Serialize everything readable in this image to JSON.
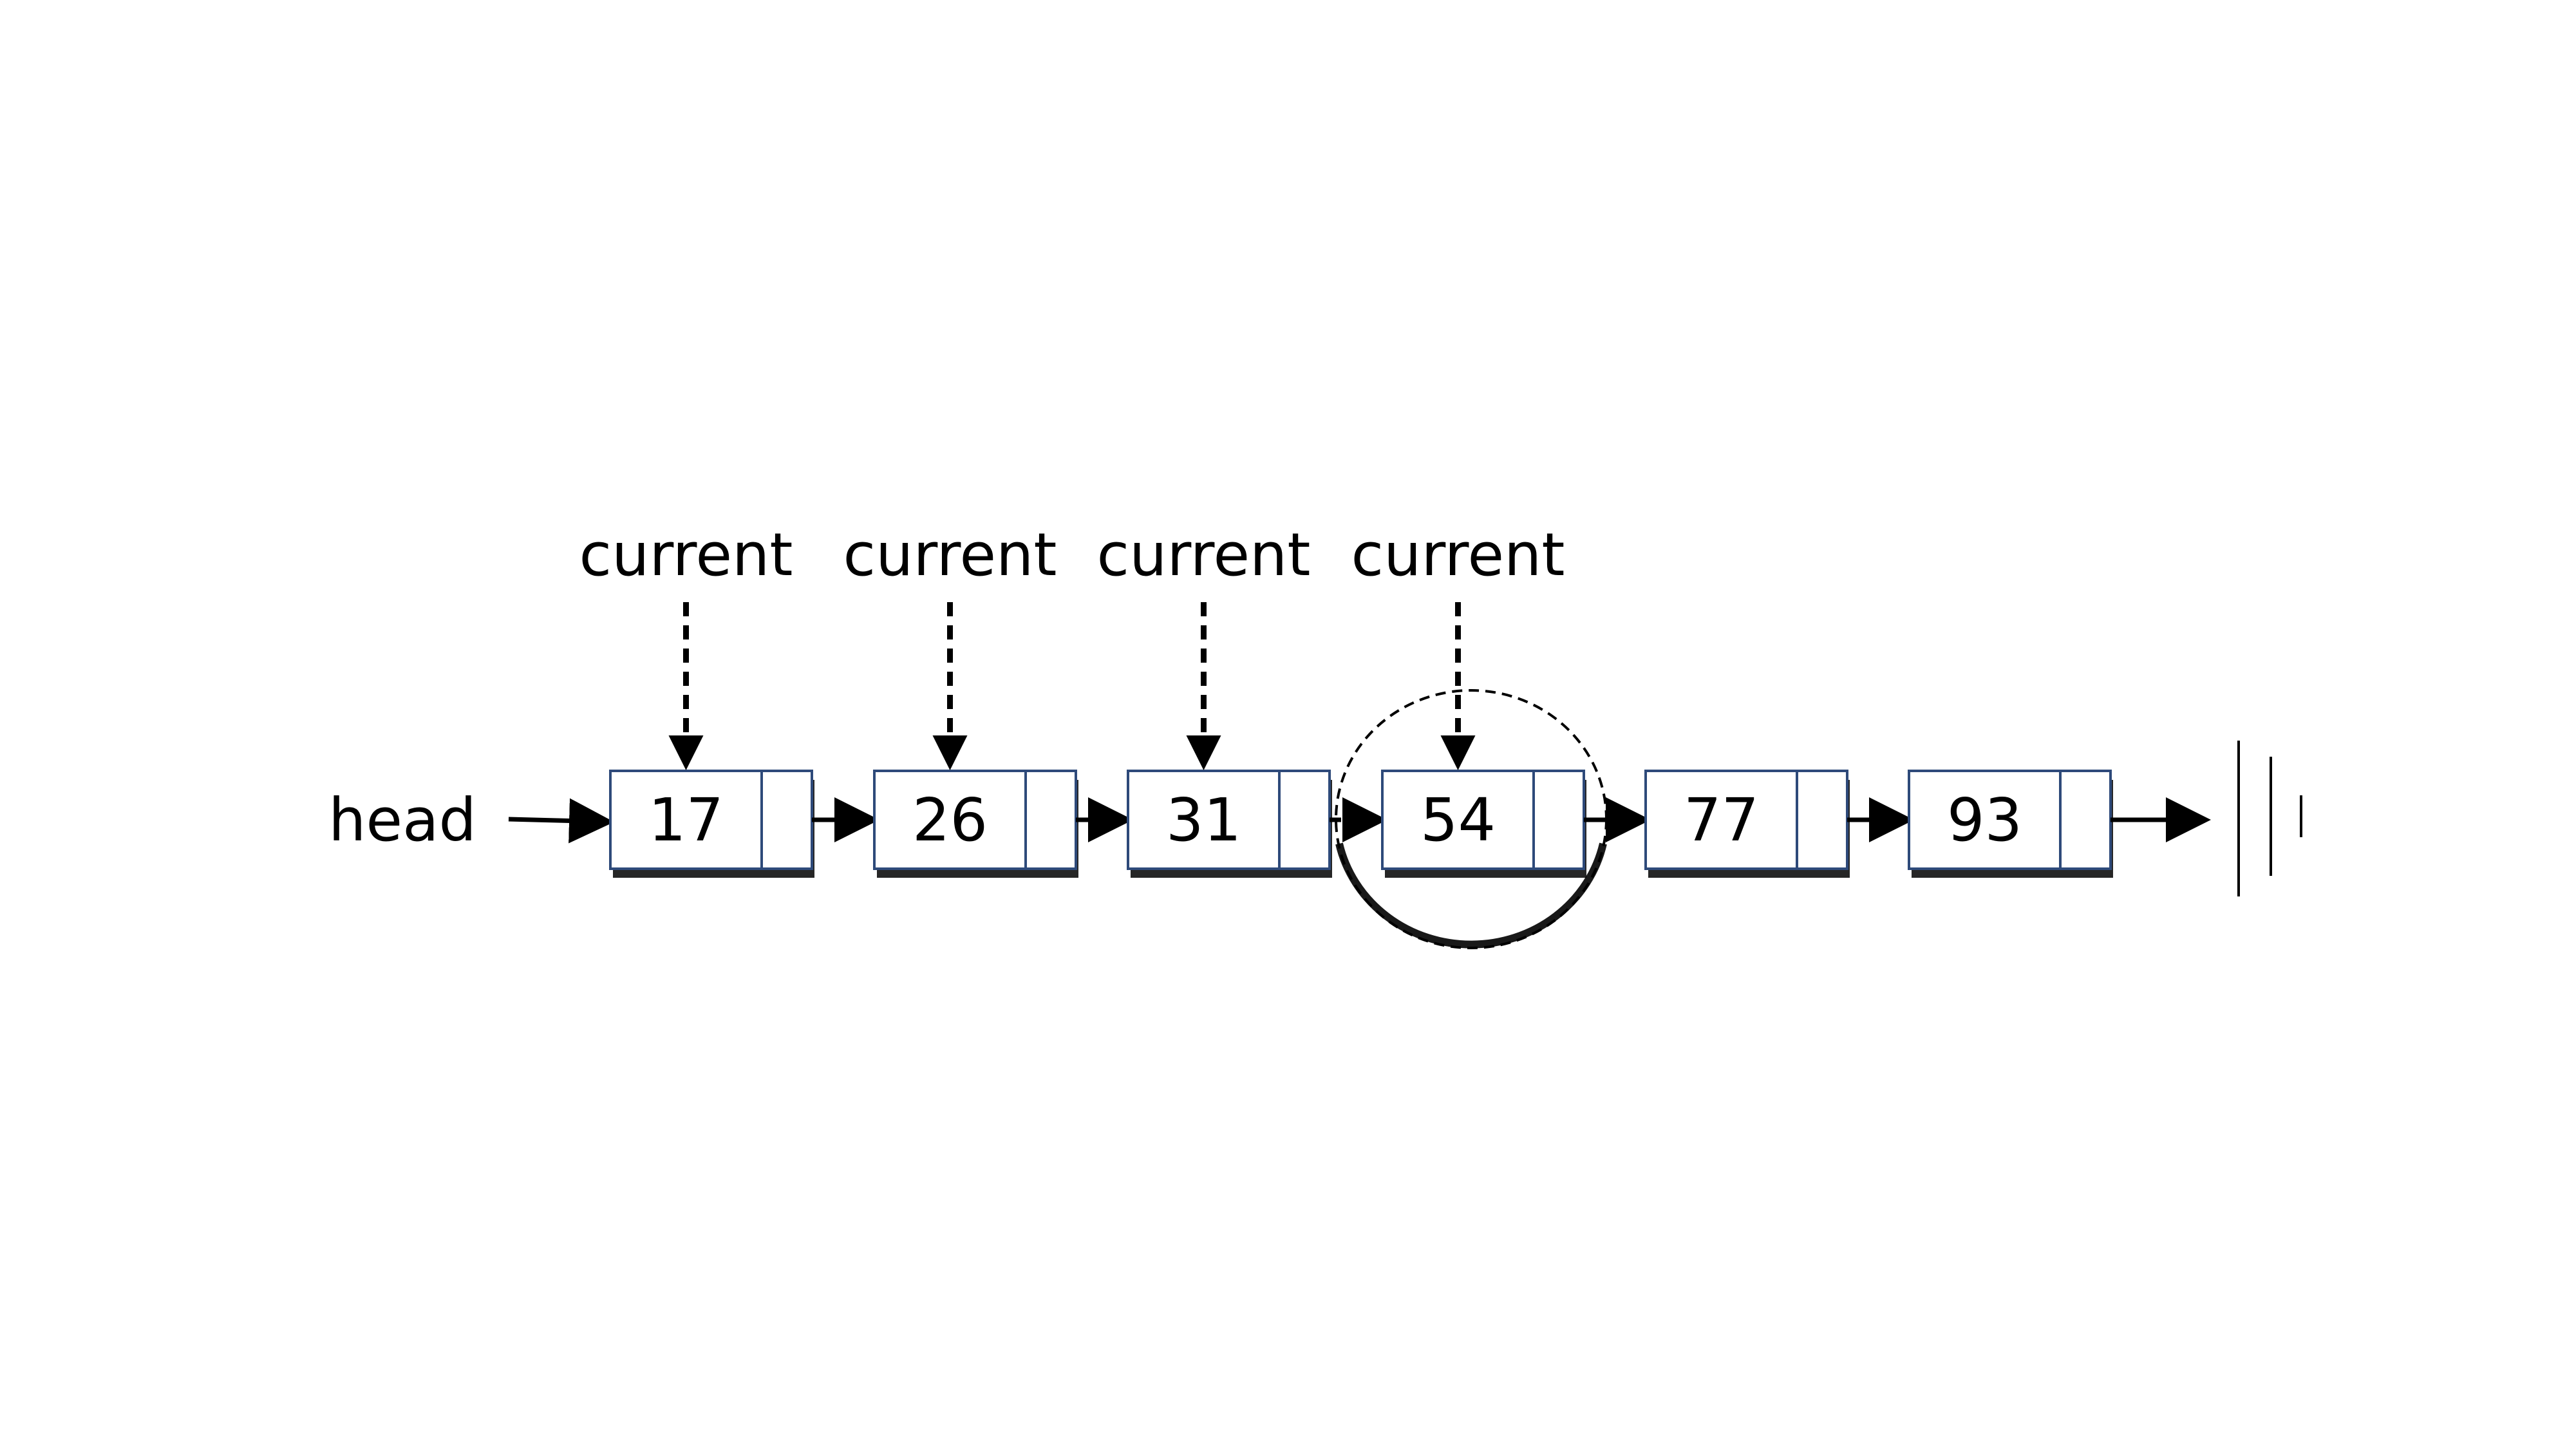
{
  "head_label": "head",
  "pointer_label": "current",
  "nodes": [
    {
      "value": "17",
      "current": true
    },
    {
      "value": "26",
      "current": true
    },
    {
      "value": "31",
      "current": true
    },
    {
      "value": "54",
      "current": true,
      "highlighted": true
    },
    {
      "value": "77",
      "current": false
    },
    {
      "value": "93",
      "current": false
    }
  ],
  "colors": {
    "node_border": "#2e4a7a",
    "node_fill": "#ffffff",
    "arrow": "#000000"
  }
}
